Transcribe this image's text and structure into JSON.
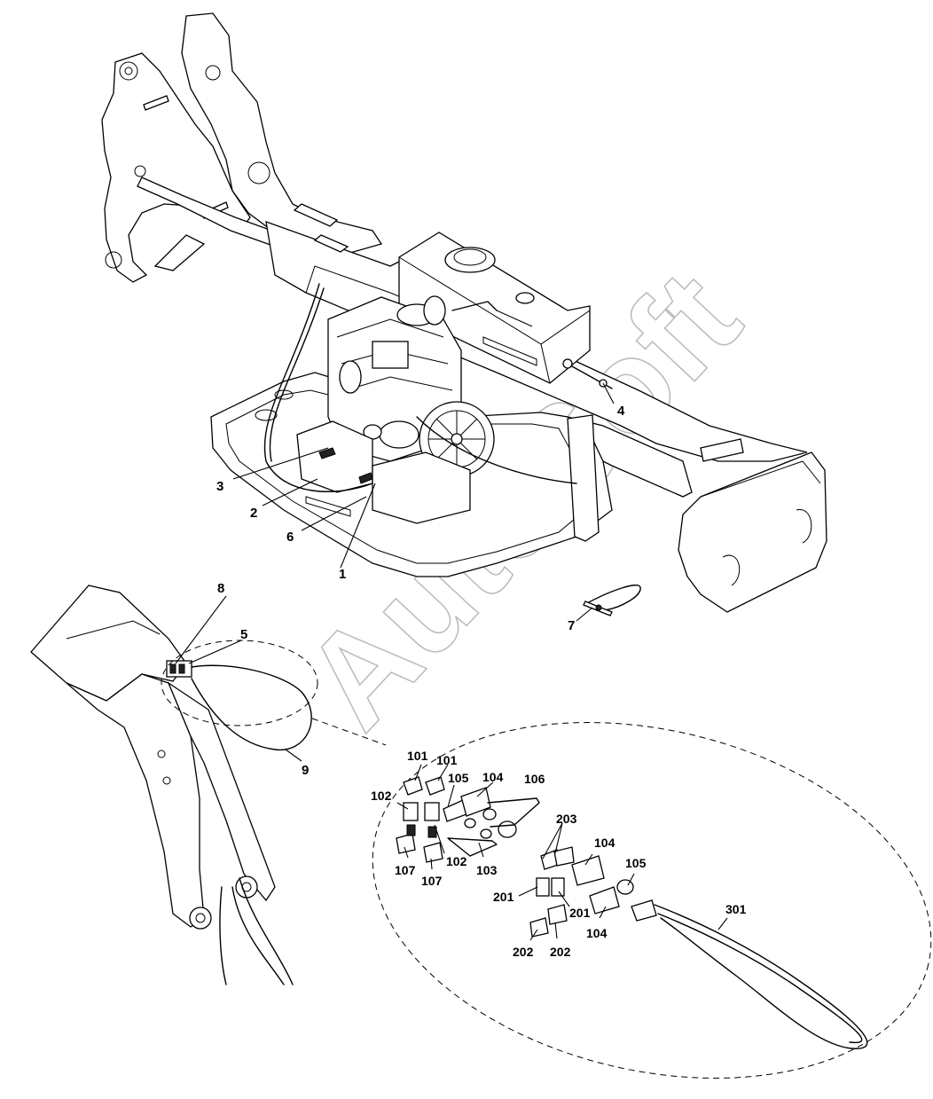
{
  "watermark": "AutoSoft",
  "callouts": {
    "c1": "1",
    "c2": "2",
    "c3": "3",
    "c4": "4",
    "c5": "5",
    "c6": "6",
    "c7": "7",
    "c8": "8",
    "c9": "9"
  },
  "detail_callouts": {
    "d101a": "101",
    "d101b": "101",
    "d105a": "105",
    "d104a": "104",
    "d106": "106",
    "d102a": "102",
    "d102b": "102",
    "d103": "103",
    "d107a": "107",
    "d107b": "107",
    "d203": "203",
    "d104b": "104",
    "d105b": "105",
    "d201a": "201",
    "d201b": "201",
    "d104c": "104",
    "d301": "301",
    "d202a": "202",
    "d202b": "202"
  }
}
